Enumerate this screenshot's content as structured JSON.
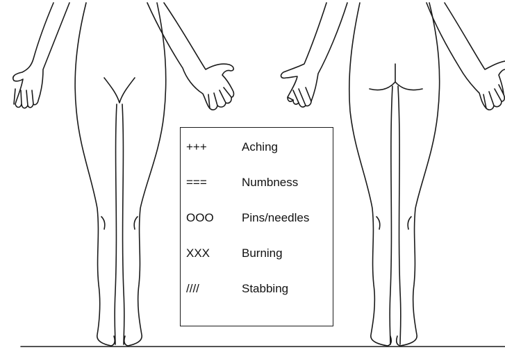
{
  "legend": {
    "items": [
      {
        "symbol": "+++",
        "label": "Aching"
      },
      {
        "symbol": "===",
        "label": "Numbness"
      },
      {
        "symbol": "OOO",
        "label": "Pins/needles"
      },
      {
        "symbol": "XXX",
        "label": "Burning"
      },
      {
        "symbol": "////",
        "label": "Stabbing"
      }
    ]
  },
  "colors": {
    "line": "#1a1a1a",
    "background": "#ffffff"
  }
}
